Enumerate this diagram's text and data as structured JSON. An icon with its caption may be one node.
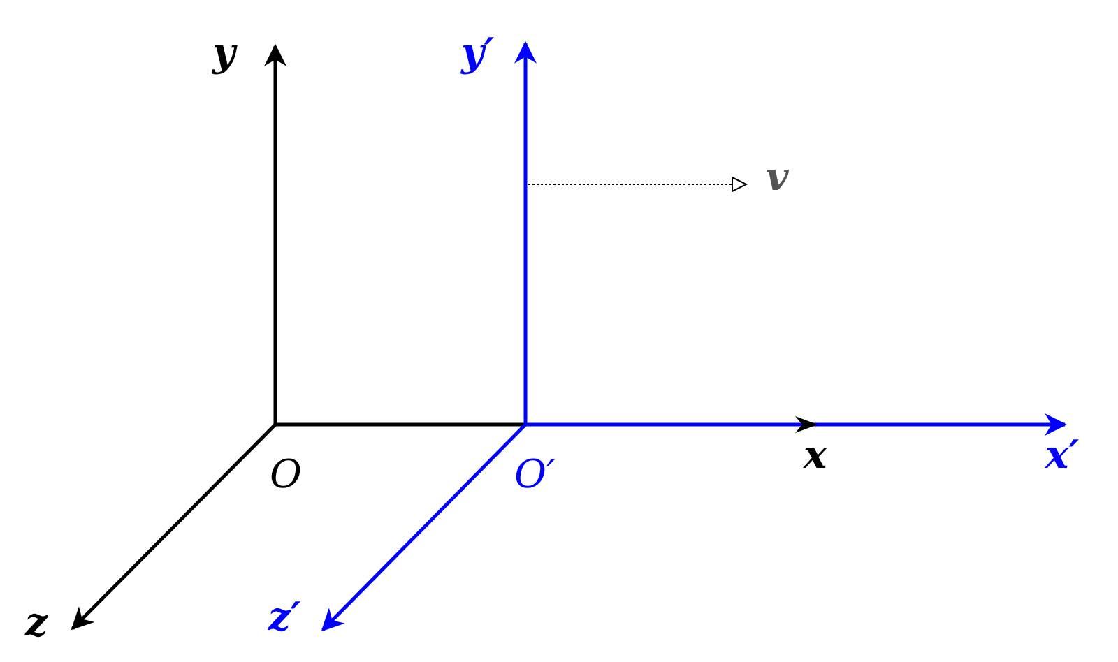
{
  "diagram": {
    "labels": [
      "y",
      "y′",
      "v",
      "O",
      "O′",
      "x",
      "x′",
      "z",
      "z′"
    ]
  }
}
